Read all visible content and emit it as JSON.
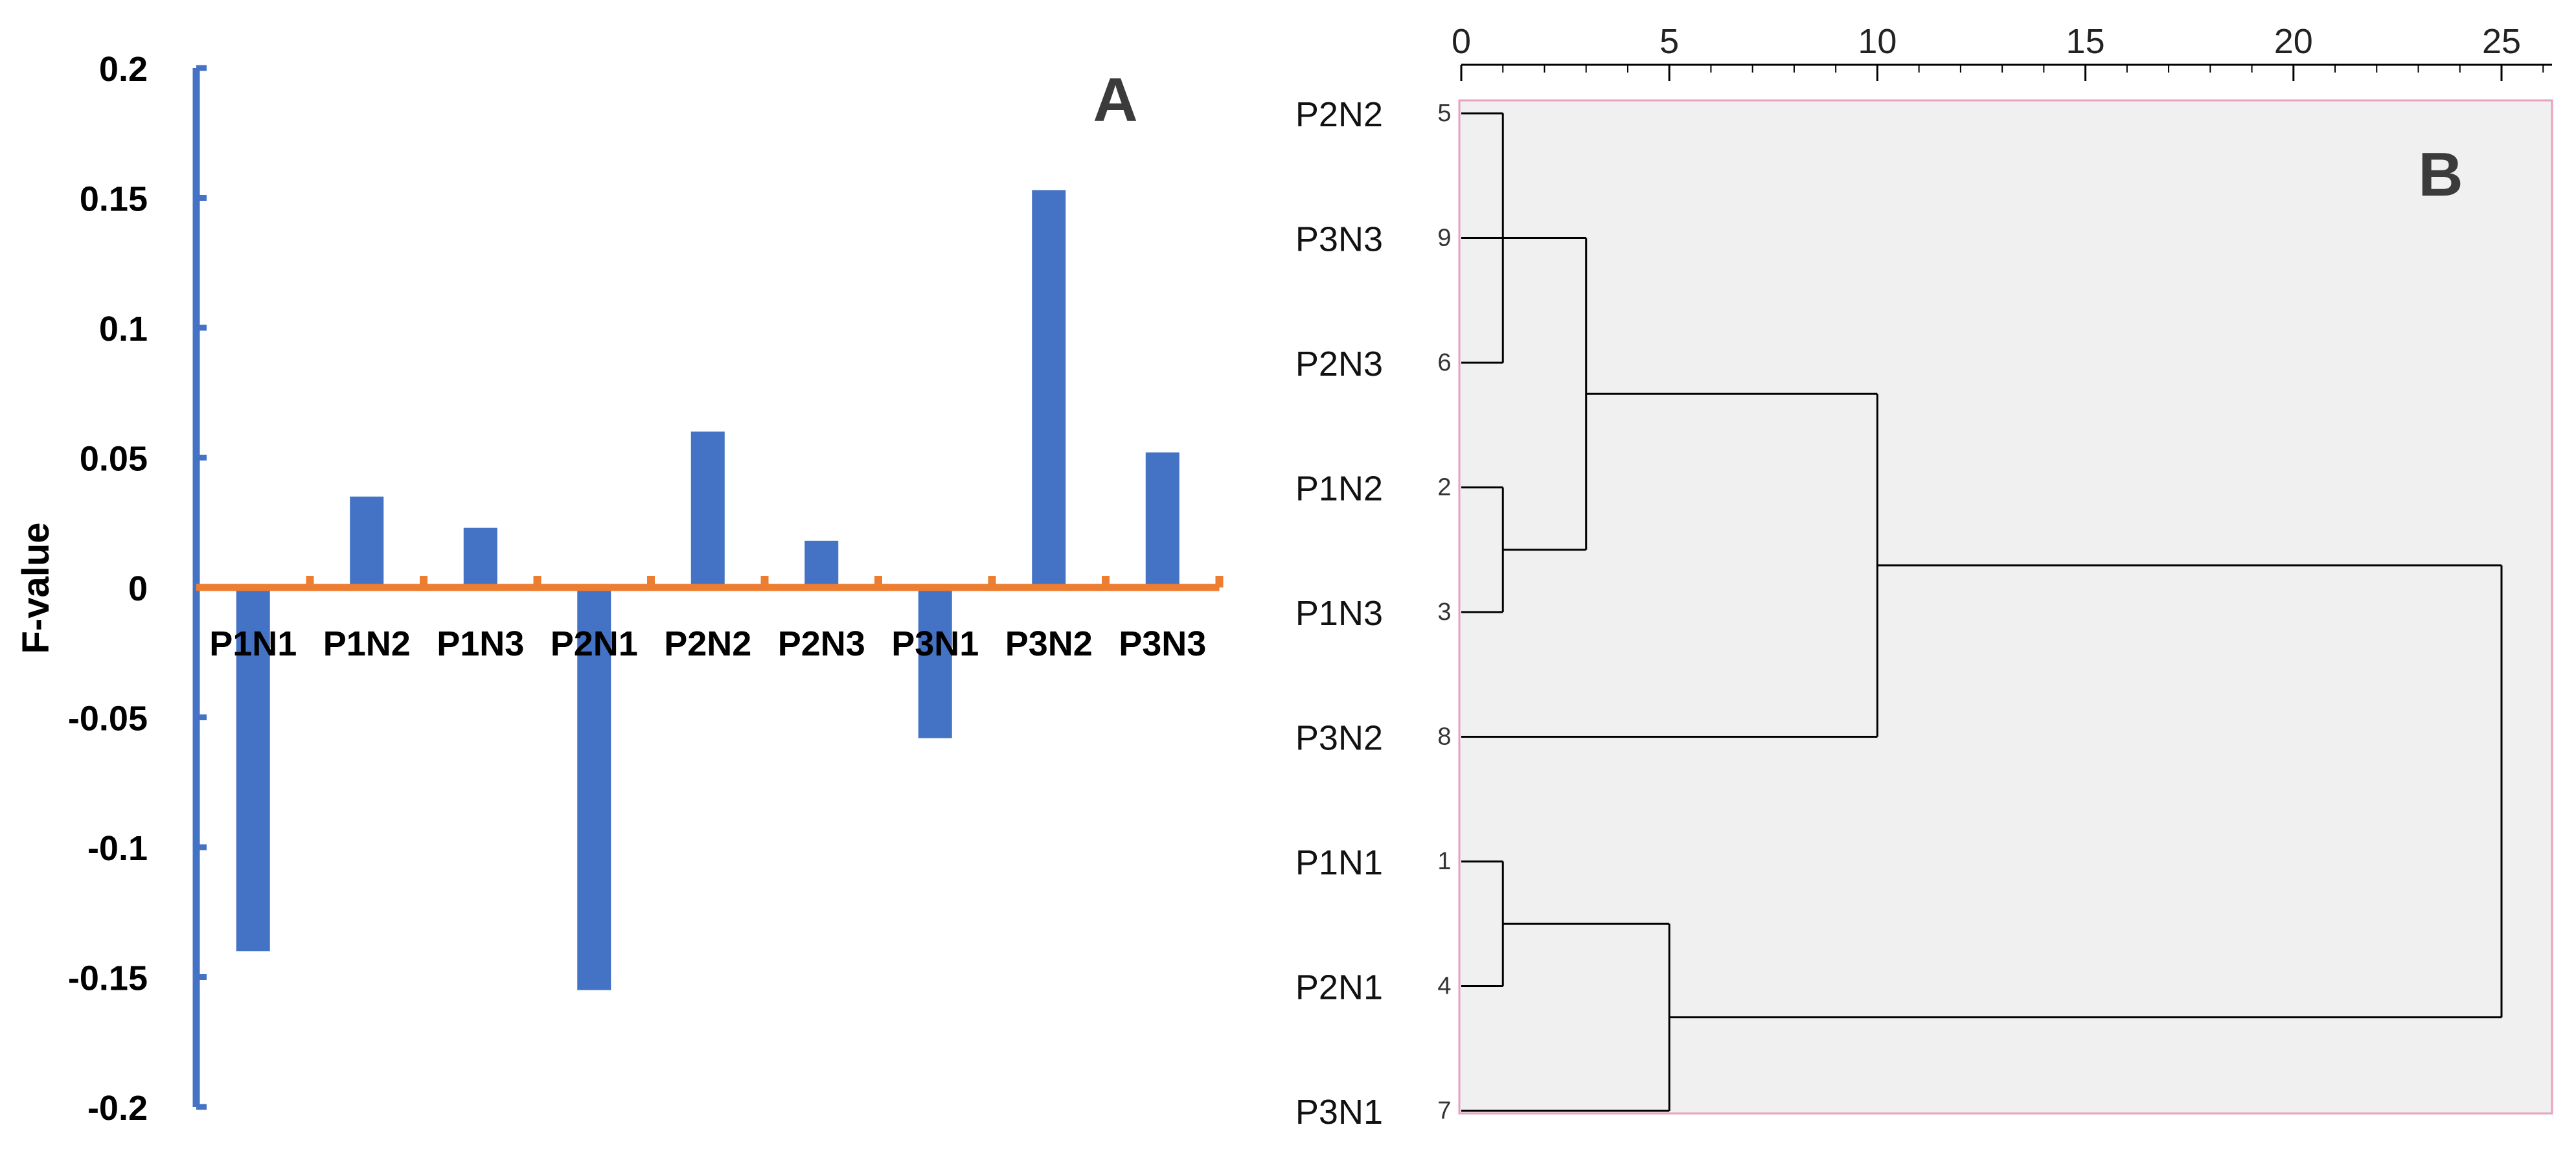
{
  "chart_data": [
    {
      "type": "bar",
      "panel_label": "A",
      "categories": [
        "P1N1",
        "P1N2",
        "P1N3",
        "P2N1",
        "P2N2",
        "P2N3",
        "P3N1",
        "P3N2",
        "P3N3"
      ],
      "values": [
        -0.14,
        0.035,
        0.023,
        -0.155,
        0.06,
        0.018,
        -0.058,
        0.153,
        0.052
      ],
      "ylabel": "F-value",
      "xlabel": "",
      "title": "",
      "ylim": [
        -0.2,
        0.2
      ],
      "y_ticks": [
        "0.2",
        "0.15",
        "0.1",
        "0.05",
        "0",
        "-0.05",
        "-0.1",
        "-0.15",
        "-0.2"
      ],
      "y_tick_values": [
        0.2,
        0.15,
        0.1,
        0.05,
        0,
        -0.05,
        -0.1,
        -0.15,
        -0.2
      ],
      "grid": false,
      "legend": "none",
      "colors": {
        "bar": "#4472c4",
        "y_axis": "#4472c4",
        "zero_line": "#ed7d31"
      }
    },
    {
      "type": "dendrogram",
      "panel_label": "B",
      "leaves": [
        {
          "label": "P2N2",
          "case": "5"
        },
        {
          "label": "P3N3",
          "case": "9"
        },
        {
          "label": "P2N3",
          "case": "6"
        },
        {
          "label": "P1N2",
          "case": "2"
        },
        {
          "label": "P1N3",
          "case": "3"
        },
        {
          "label": "P3N2",
          "case": "8"
        },
        {
          "label": "P1N1",
          "case": "1"
        },
        {
          "label": "P2N1",
          "case": "4"
        },
        {
          "label": "P3N1",
          "case": "7"
        }
      ],
      "merges": [
        {
          "a": "leaf:0",
          "b": "leaf:2",
          "distance": 1
        },
        {
          "a": "leaf:3",
          "b": "leaf:4",
          "distance": 1
        },
        {
          "a": "leaf:6",
          "b": "leaf:7",
          "distance": 1
        },
        {
          "a": "leaf:1",
          "b": "node:0",
          "distance": 3
        },
        {
          "a": "node:3",
          "b": "node:1",
          "distance": 3
        },
        {
          "a": "node:4",
          "b": "leaf:5",
          "distance": 10
        },
        {
          "a": "node:2",
          "b": "leaf:8",
          "distance": 5
        },
        {
          "a": "node:5",
          "b": "node:6",
          "distance": 25
        }
      ],
      "x_ticks": [
        "0",
        "5",
        "10",
        "15",
        "20",
        "25"
      ],
      "x_tick_values": [
        0,
        5,
        10,
        15,
        20,
        25
      ],
      "xlim": [
        0,
        26.2
      ],
      "colors": {
        "plot_bg": "#f0f0f0",
        "frame": "#e8a0c0",
        "line": "#000000"
      }
    }
  ]
}
